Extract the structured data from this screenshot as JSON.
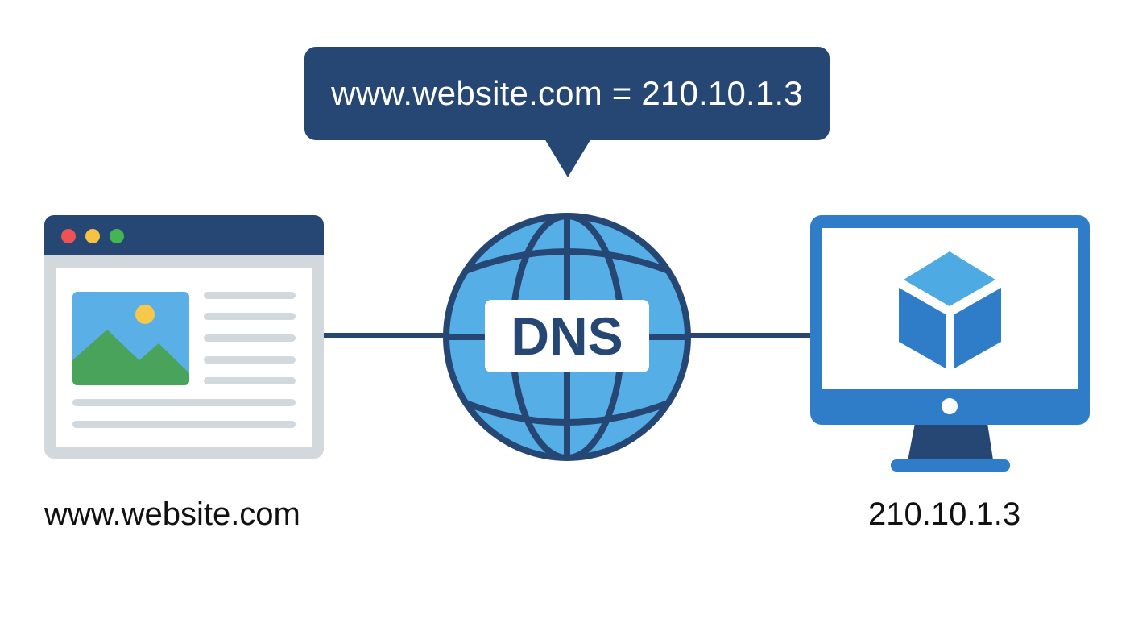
{
  "diagram": {
    "type": "dns-resolution",
    "bubble": {
      "text": "www.website.com = 210.10.1.3"
    },
    "nodes": {
      "browser": {
        "icon": "browser-window-icon",
        "label": "www.website.com"
      },
      "dns": {
        "icon": "globe-icon",
        "badge": "DNS"
      },
      "server": {
        "icon": "monitor-cube-icon",
        "label": "210.10.1.3"
      }
    },
    "edges": [
      {
        "from": "browser",
        "to": "dns"
      },
      {
        "from": "dns",
        "to": "server"
      }
    ],
    "colors": {
      "navy": "#264773",
      "blue": "#2f7dc8",
      "light_blue": "#55aee5",
      "gray": "#d3d8dd",
      "green": "#4aa35a",
      "sun": "#f7c84a",
      "dot_red": "#ee5253",
      "dot_yellow": "#f6c244",
      "dot_green": "#43b653"
    }
  }
}
